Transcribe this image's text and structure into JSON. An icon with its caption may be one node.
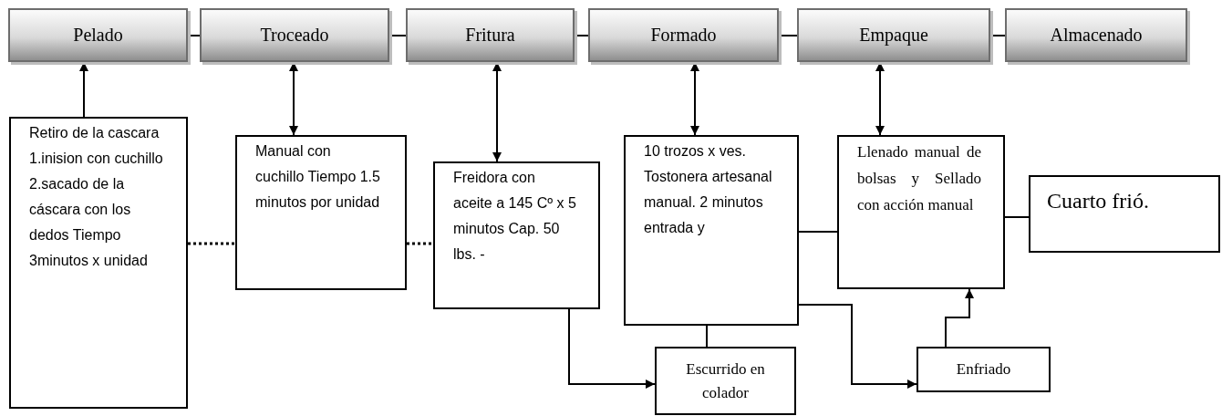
{
  "diagram": {
    "nodes": [
      {
        "text": [
          "Pelado"
        ]
      },
      {
        "text": [
          "Troceado"
        ]
      },
      {
        "text": [
          "Fritura"
        ]
      },
      {
        "text": [
          "Formado"
        ]
      },
      {
        "text": [
          "Empaque"
        ]
      },
      {
        "text": [
          "Almacenado"
        ]
      },
      {
        "text": [
          "Retiro de la cascara 1.inision  con cuchillo 2.sacado de la cáscara con los dedos Tiempo 3minutos x unidad"
        ]
      },
      {
        "text": [
          "Manual con cuchillo  Tiempo  1.5 minutos por unidad"
        ]
      },
      {
        "text": [
          "Freidora con aceite a 145 Cº x  5 minutos Cap. 50 lbs. -"
        ]
      },
      {
        "text": [
          "10  trozos  x ves. Tostonera artesanal manual.  2 minutos entrada y"
        ]
      },
      {
        "text": [
          "Llenado manual de bolsas y Sellado con acción manual"
        ]
      },
      {
        "text": [
          "Cuarto frió."
        ]
      },
      {
        "text": [
          "Escurrido en colador"
        ]
      },
      {
        "text": [
          "Enfriado"
        ]
      }
    ],
    "edges": [
      {
        "from": 0,
        "to": 1,
        "arrow": "none"
      },
      {
        "from": 1,
        "to": 2,
        "arrow": "none"
      },
      {
        "from": 2,
        "to": 3,
        "arrow": "none"
      },
      {
        "from": 3,
        "to": 4,
        "arrow": "none"
      },
      {
        "from": 4,
        "to": 5,
        "arrow": "none"
      },
      {
        "from": 6,
        "to": 0,
        "arrow": "to"
      },
      {
        "from": 7,
        "to": 1,
        "arrow": "both"
      },
      {
        "from": 8,
        "to": 2,
        "arrow": "both"
      },
      {
        "from": 9,
        "to": 3,
        "arrow": "both"
      },
      {
        "from": 10,
        "to": 4,
        "arrow": "both"
      },
      {
        "from": 6,
        "to": 7,
        "arrow": "none",
        "style": "dashed"
      },
      {
        "from": 7,
        "to": 8,
        "arrow": "none",
        "style": "dashed"
      },
      {
        "from": 8,
        "to": 12,
        "arrow": "to"
      },
      {
        "from": 9,
        "to": 12,
        "arrow": "none"
      },
      {
        "from": 9,
        "to": 13,
        "arrow": "to"
      },
      {
        "from": 13,
        "to": 10,
        "arrow": "to"
      },
      {
        "from": 9,
        "to": 10,
        "arrow": "none"
      },
      {
        "from": 10,
        "to": 11,
        "arrow": "none"
      }
    ]
  }
}
